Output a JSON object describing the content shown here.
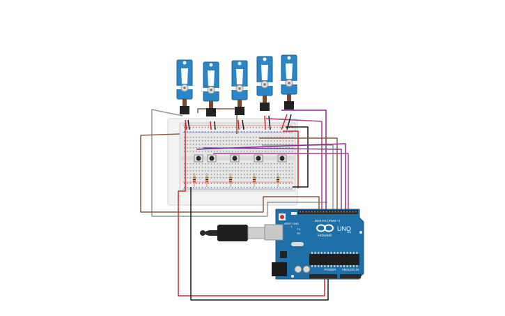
{
  "arduino": {
    "brand": "ARDUINO",
    "model": "UNO",
    "digital_header": "DIGITAL (PWM ~)",
    "power_label": "POWER",
    "analog_label": "ANALOG IN",
    "tx_label": "TX",
    "rx_label": "RX",
    "l_label": "L",
    "on_label": "ON",
    "aref_label": "AREF",
    "gnd_label": "GND",
    "chip_color": "#1f1f1f"
  },
  "colors": {
    "board_blue": "#1f6fa8",
    "servo_blue": "#2b86c8",
    "wire_red": "#d2262e",
    "wire_black": "#1a1a1a",
    "wire_brown": "#8a5a3c",
    "wire_purple": "#8a2a88",
    "wire_gray": "#8d9aa0",
    "wire_magenta": "#b23a8a",
    "breadboard": "#e9e9e9"
  },
  "components": {
    "servos": [
      "servo-1",
      "servo-2",
      "servo-3",
      "servo-4",
      "servo-5"
    ],
    "buttons": [
      "button-1",
      "button-2",
      "button-3",
      "button-4",
      "button-5"
    ],
    "resistors": [
      "resistor-1",
      "resistor-2",
      "resistor-3",
      "resistor-4",
      "resistor-5"
    ]
  }
}
